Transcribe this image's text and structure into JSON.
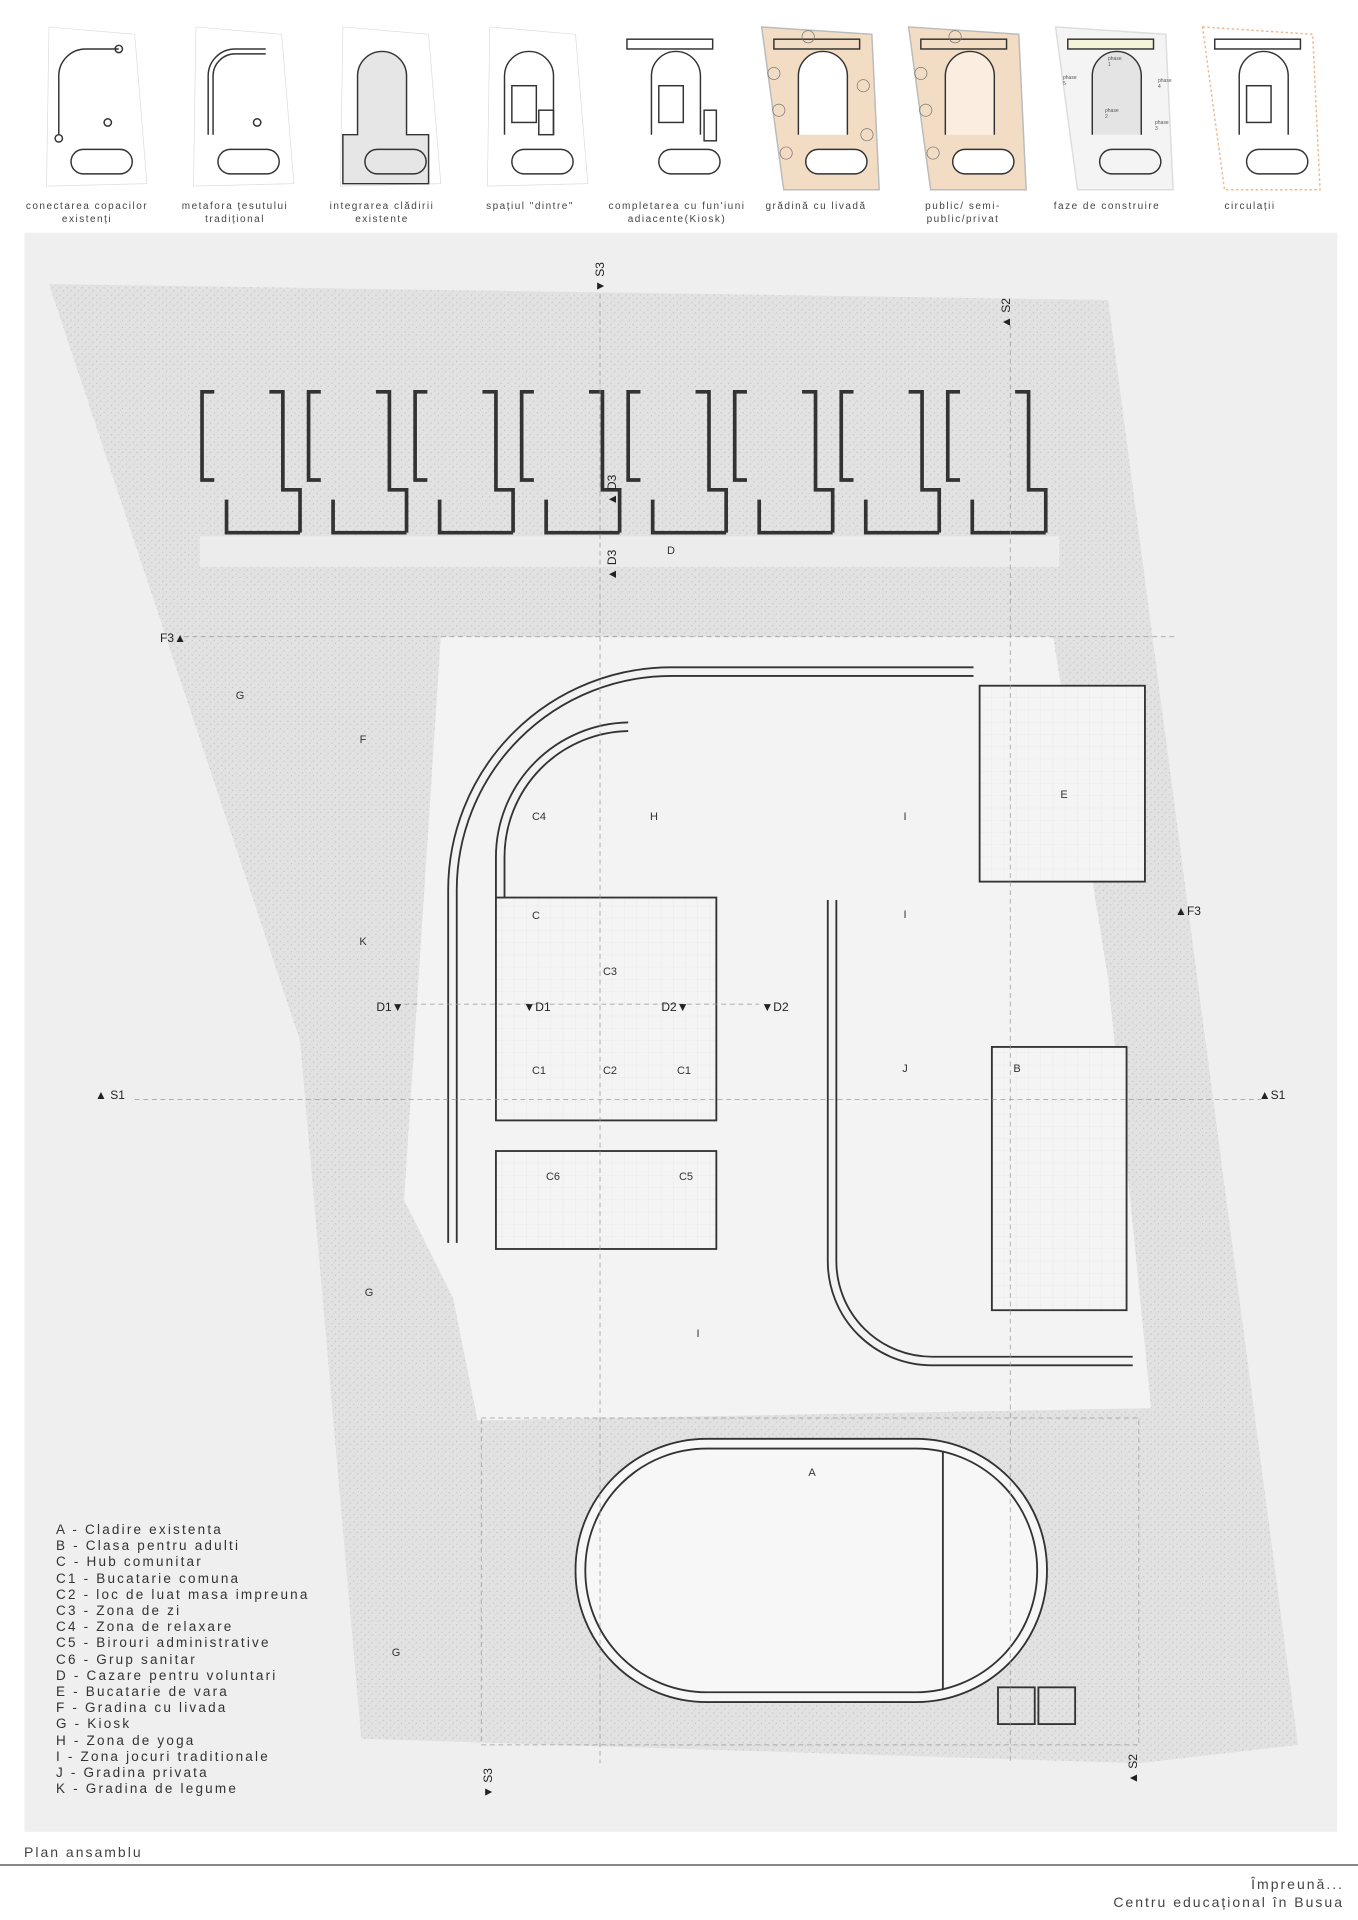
{
  "concept_captions": [
    "conectarea copacilor existenți",
    "metafora țesutului tradițional",
    "integrarea clădirii existente",
    "spațiul \"dintre\"",
    "completarea cu fun'iuni adiacente(Kiosk)",
    "grădină cu livadă",
    "public/ semi-public/privat",
    "faze de construire",
    "circulații"
  ],
  "thumb_phase_labels": [
    "phase 1",
    "phase 2",
    "phase 3",
    "phase 4",
    "phase 5"
  ],
  "plan_labels": {
    "A": "A",
    "B": "B",
    "C": "C",
    "C1a": "C1",
    "C1b": "C1",
    "C2": "C2",
    "C3": "C3",
    "C4": "C4",
    "C5": "C5",
    "C6": "C6",
    "D": "D",
    "E": "E",
    "F": "F",
    "G1": "G",
    "G2": "G",
    "G3": "G",
    "H": "H",
    "I1": "I",
    "I2": "I",
    "I3": "I",
    "J": "J",
    "K": "K"
  },
  "section_marks": {
    "S1_left": "S1",
    "S1_right": "S1",
    "S2_top": "S2",
    "S2_bottom": "S2",
    "S3_top": "S3",
    "S3_bottom": "S3",
    "D1_left": "D1",
    "D1_right": "D1",
    "D2_left": "D2",
    "D2_right": "D2",
    "D3_top": "D3",
    "D3_bottom": "D3",
    "F3_left": "F3",
    "F3_right": "F3"
  },
  "legend": [
    "A - Cladire existenta",
    "B - Clasa pentru adulti",
    "C - Hub comunitar",
    "C1 - Bucatarie comuna",
    "C2 - loc de luat masa impreuna",
    "C3 - Zona de zi",
    "C4 - Zona de relaxare",
    "C5 - Birouri administrative",
    "C6 - Grup sanitar",
    "D - Cazare pentru voluntari",
    "E - Bucatarie de vara",
    "F - Gradina cu livada",
    "G - Kiosk",
    "H - Zona de yoga",
    "I - Zona jocuri traditionale",
    "J - Gradina privata",
    "K - Gradina de legume"
  ],
  "drawing_title": "Plan ansamblu",
  "project_title": "Împreună...",
  "project_subtitle": "Centru educațional în Busua",
  "colors": {
    "panel": "#efefef",
    "site": "#e4e4e4",
    "wall": "#333333",
    "orange": "#f3dcc4"
  }
}
